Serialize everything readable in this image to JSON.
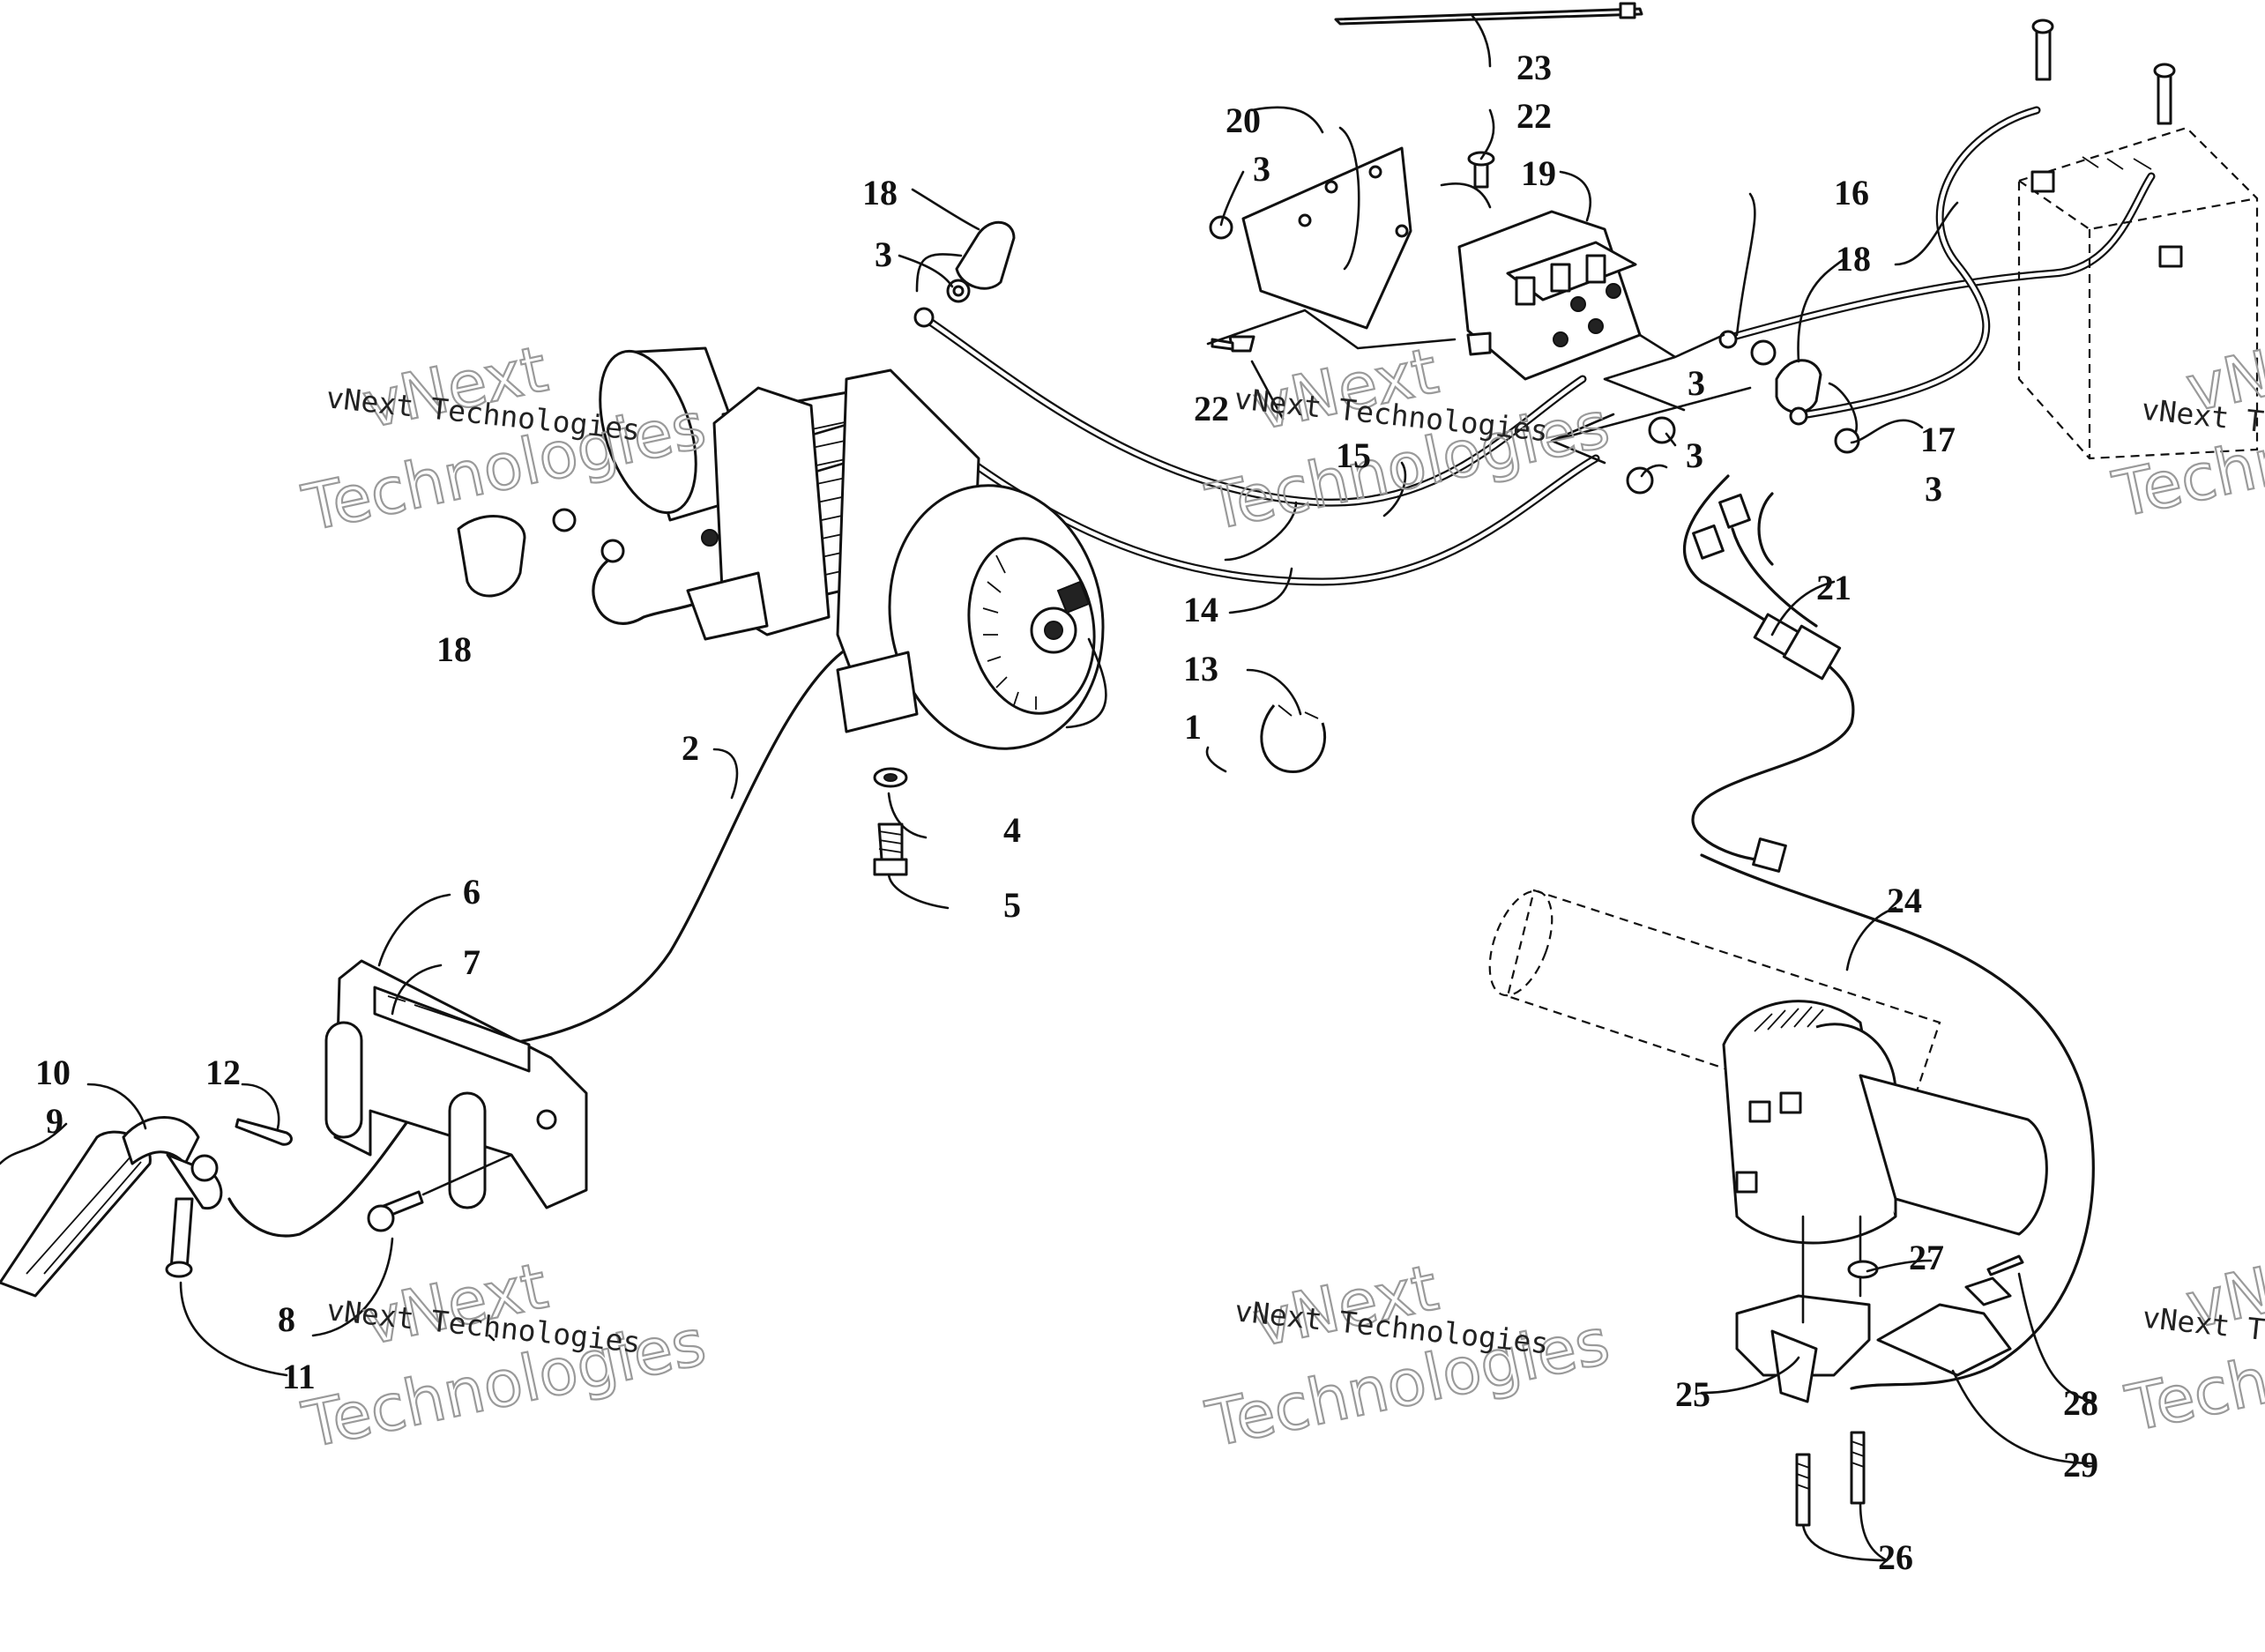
{
  "watermark": {
    "line1": "vNext",
    "line2": "vNext Technologies",
    "line3": "Technologies"
  },
  "callouts": [
    {
      "id": "c1",
      "label": "1"
    },
    {
      "id": "c2",
      "label": "2"
    },
    {
      "id": "c3a",
      "label": "3"
    },
    {
      "id": "c3b",
      "label": "3"
    },
    {
      "id": "c3c",
      "label": "3"
    },
    {
      "id": "c3d",
      "label": "3"
    },
    {
      "id": "c3e",
      "label": "3"
    },
    {
      "id": "c4",
      "label": "4"
    },
    {
      "id": "c5",
      "label": "5"
    },
    {
      "id": "c6",
      "label": "6"
    },
    {
      "id": "c7",
      "label": "7"
    },
    {
      "id": "c8",
      "label": "8"
    },
    {
      "id": "c9",
      "label": "9"
    },
    {
      "id": "c10",
      "label": "10"
    },
    {
      "id": "c11",
      "label": "11"
    },
    {
      "id": "c12",
      "label": "12"
    },
    {
      "id": "c13",
      "label": "13"
    },
    {
      "id": "c14",
      "label": "14"
    },
    {
      "id": "c15",
      "label": "15"
    },
    {
      "id": "c16",
      "label": "16"
    },
    {
      "id": "c17",
      "label": "17"
    },
    {
      "id": "c18a",
      "label": "18"
    },
    {
      "id": "c18b",
      "label": "18"
    },
    {
      "id": "c18c",
      "label": "18"
    },
    {
      "id": "c19",
      "label": "19"
    },
    {
      "id": "c20",
      "label": "20"
    },
    {
      "id": "c21",
      "label": "21"
    },
    {
      "id": "c22a",
      "label": "22"
    },
    {
      "id": "c22b",
      "label": "22"
    },
    {
      "id": "c23",
      "label": "23"
    },
    {
      "id": "c24",
      "label": "24"
    },
    {
      "id": "c25",
      "label": "25"
    },
    {
      "id": "c26",
      "label": "26"
    },
    {
      "id": "c27",
      "label": "27"
    },
    {
      "id": "c28",
      "label": "28"
    },
    {
      "id": "c29",
      "label": "29"
    }
  ]
}
